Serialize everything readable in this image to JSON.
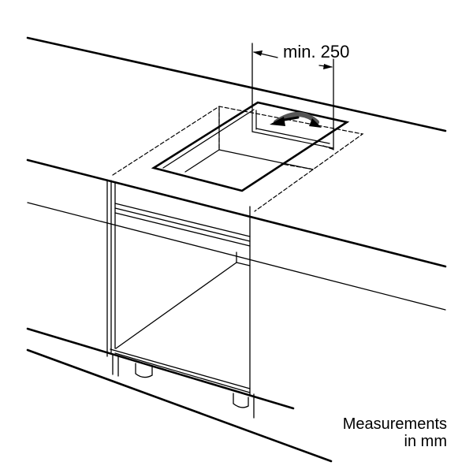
{
  "diagram": {
    "dimension_label": "min. 250",
    "note_line1": "Measurements",
    "note_line2": "in mm"
  },
  "colors": {
    "line": "#000000",
    "background": "#ffffff"
  }
}
